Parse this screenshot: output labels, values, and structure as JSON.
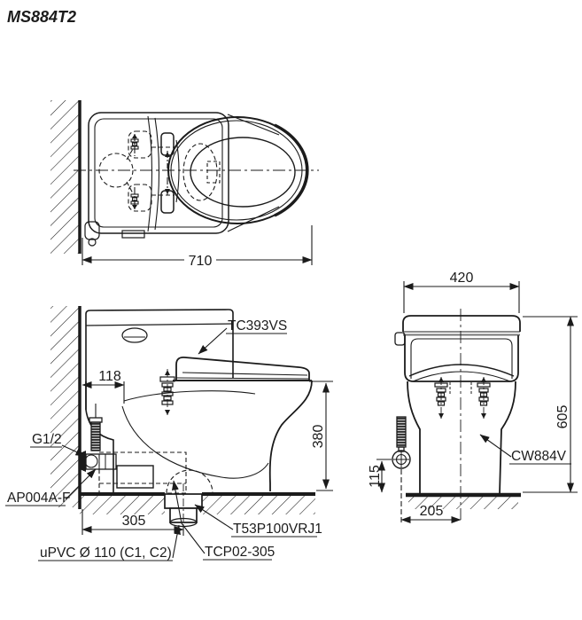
{
  "title": "MS884T2",
  "colors": {
    "ink": "#1b1b1b",
    "background": "#ffffff"
  },
  "views": {
    "top": {
      "name": "plan view",
      "dims": {
        "overall_depth": "710"
      }
    },
    "side": {
      "name": "side view",
      "dims": {
        "wall_to_seat_bolt": "118",
        "rim_height": "380",
        "wall_to_outlet": "305"
      },
      "labels": {
        "seat_lid": "TC393VS",
        "supply_thread": "G1/2",
        "stop_valve": "AP004A-F",
        "flange": "T53P100VRJ1",
        "connector": "TCP02-305",
        "drain_pipe": "uPVC Ø 110 (C1, C2)"
      }
    },
    "front": {
      "name": "front view",
      "dims": {
        "overall_width": "420",
        "overall_height": "605",
        "valve_height": "115",
        "valve_offset": "205"
      },
      "labels": {
        "bowl": "CW884V"
      }
    }
  }
}
